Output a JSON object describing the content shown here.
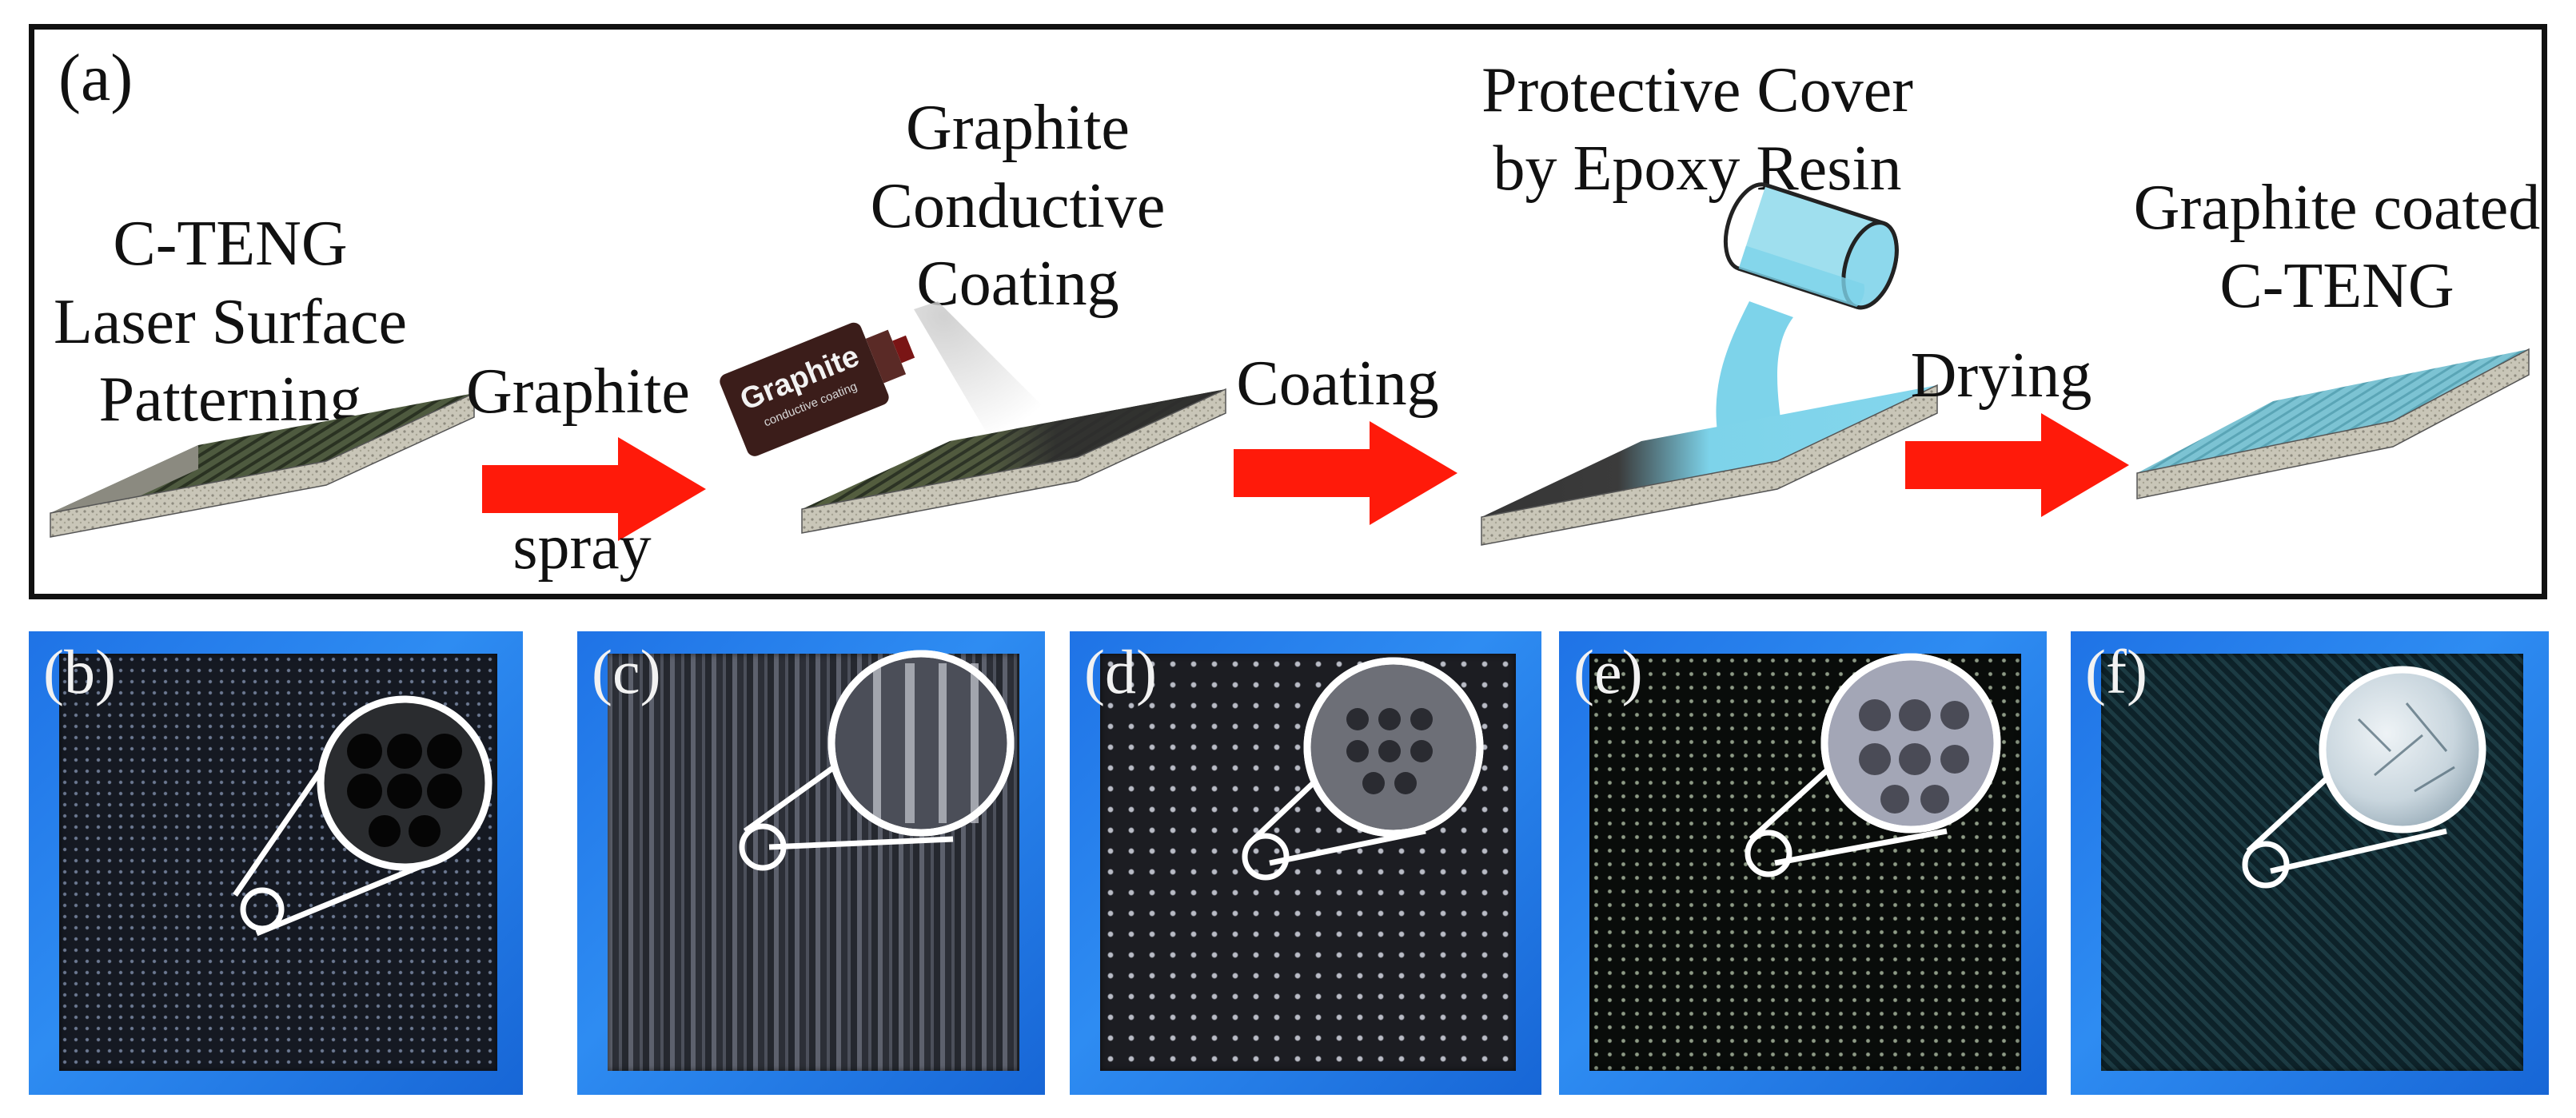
{
  "panel_a": {
    "tag": "(a)",
    "step1_lines": [
      "C-TENG",
      "Laser Surface",
      "Patterning"
    ],
    "arrow1_top": "Graphite",
    "arrow1_bottom": "spray",
    "step2_lines": [
      "Graphite",
      "Conductive",
      "Coating"
    ],
    "bottle_brand": "Graphite",
    "bottle_sub": "conductive coating",
    "arrow2_label": "Coating",
    "step3_lines": [
      "Protective Cover",
      "by Epoxy Resin"
    ],
    "arrow3_label": "Drying",
    "step4_lines": [
      "Graphite coated",
      "C-TENG"
    ]
  },
  "photos": [
    {
      "tag": "(b)"
    },
    {
      "tag": "(c)"
    },
    {
      "tag": "(d)"
    },
    {
      "tag": "(e)"
    },
    {
      "tag": "(f)"
    }
  ],
  "colors": {
    "arrow": "#ff1a0a",
    "frame_blue": "#2b86ee",
    "epoxy": "#7dd3ea",
    "foam": "#c9c6b8"
  }
}
